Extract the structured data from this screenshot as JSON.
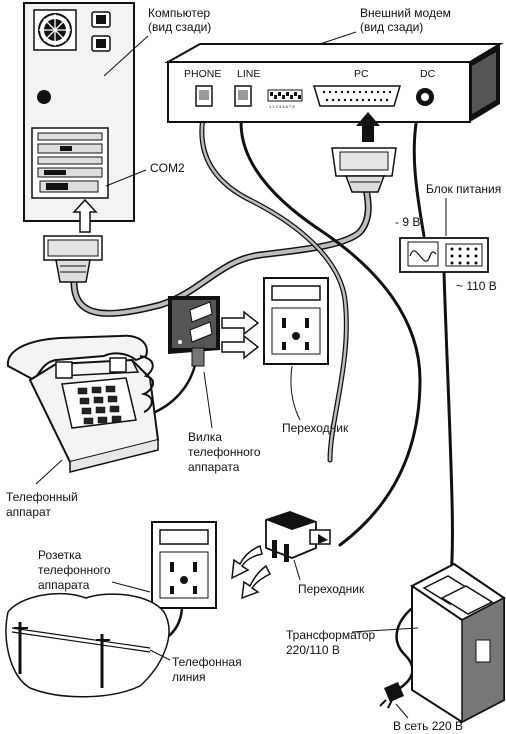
{
  "labels": {
    "computer": [
      "Компьютер",
      "(вид сзади)"
    ],
    "modem": [
      "Внешний модем",
      "(вид сзади)"
    ],
    "com2": "COM2",
    "power_supply": "Блок питания",
    "minus_9v": "- 9 В",
    "ac_110v": "~ 110 В",
    "adapter_top": "Переходник",
    "phone_plug": [
      "Вилка",
      "телефонного",
      "аппарата"
    ],
    "telephone": [
      "Телефонный",
      "аппарат"
    ],
    "phone_socket": [
      "Розетка",
      "телефонного",
      "аппарата"
    ],
    "adapter_bottom": "Переходник",
    "transformer": [
      "Трансформатор",
      "220/110 В"
    ],
    "phone_line": [
      "Телефонная",
      "линия"
    ],
    "mains": "В сеть  220 В"
  },
  "ports": {
    "phone": "PHONE",
    "line": "LINE",
    "pc": "PC",
    "dc": "DC",
    "dip_numbers": "1 2 3 4 5 6 7 8"
  }
}
